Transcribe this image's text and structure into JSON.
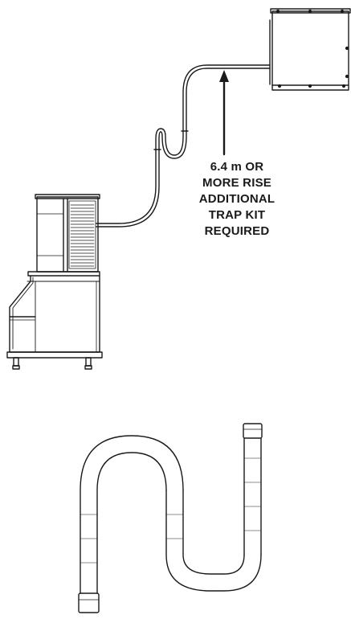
{
  "callout": {
    "lines": [
      "6.4 m OR",
      "MORE RISE",
      "ADDITIONAL",
      "TRAP KIT",
      "REQUIRED"
    ]
  },
  "colors": {
    "line": "#1a1a1a",
    "background": "#ffffff"
  }
}
